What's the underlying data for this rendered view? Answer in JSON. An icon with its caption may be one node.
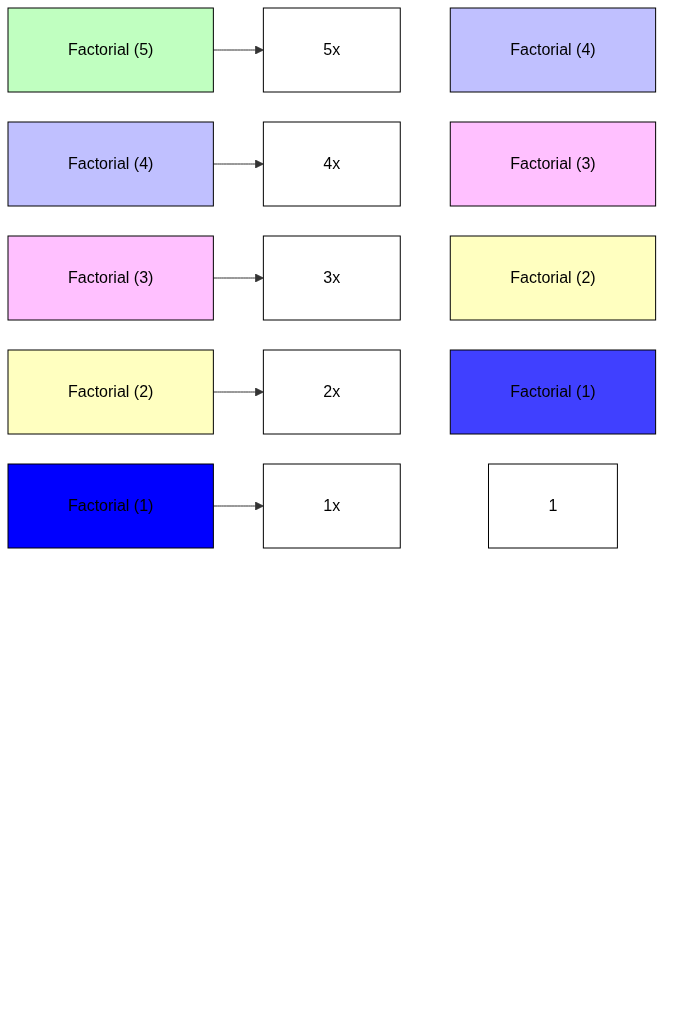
{
  "diagram": {
    "nodes": [
      {
        "text": [
          "Factorial (5)"
        ]
      },
      {
        "text": [
          "5x"
        ]
      },
      {
        "text": [
          "Factorial (4)"
        ]
      },
      {
        "text": [
          "Factorial (4)"
        ]
      },
      {
        "text": [
          "4x"
        ]
      },
      {
        "text": [
          "Factorial (3)"
        ]
      },
      {
        "text": [
          "Factorial (3)"
        ]
      },
      {
        "text": [
          "3x"
        ]
      },
      {
        "text": [
          "Factorial (2)"
        ]
      },
      {
        "text": [
          "Factorial (2)"
        ]
      },
      {
        "text": [
          "2x"
        ]
      },
      {
        "text": [
          "Factorial (1)"
        ]
      },
      {
        "text": [
          "Factorial (1)"
        ]
      },
      {
        "text": [
          "1x"
        ]
      },
      {
        "text": [
          "1"
        ]
      }
    ],
    "edges": [
      {
        "from": 0,
        "to": 1,
        "arrow": "to"
      },
      {
        "from": 3,
        "to": 4,
        "arrow": "to"
      },
      {
        "from": 6,
        "to": 7,
        "arrow": "to"
      },
      {
        "from": 9,
        "to": 10,
        "arrow": "to"
      },
      {
        "from": 12,
        "to": 13,
        "arrow": "to"
      }
    ]
  }
}
